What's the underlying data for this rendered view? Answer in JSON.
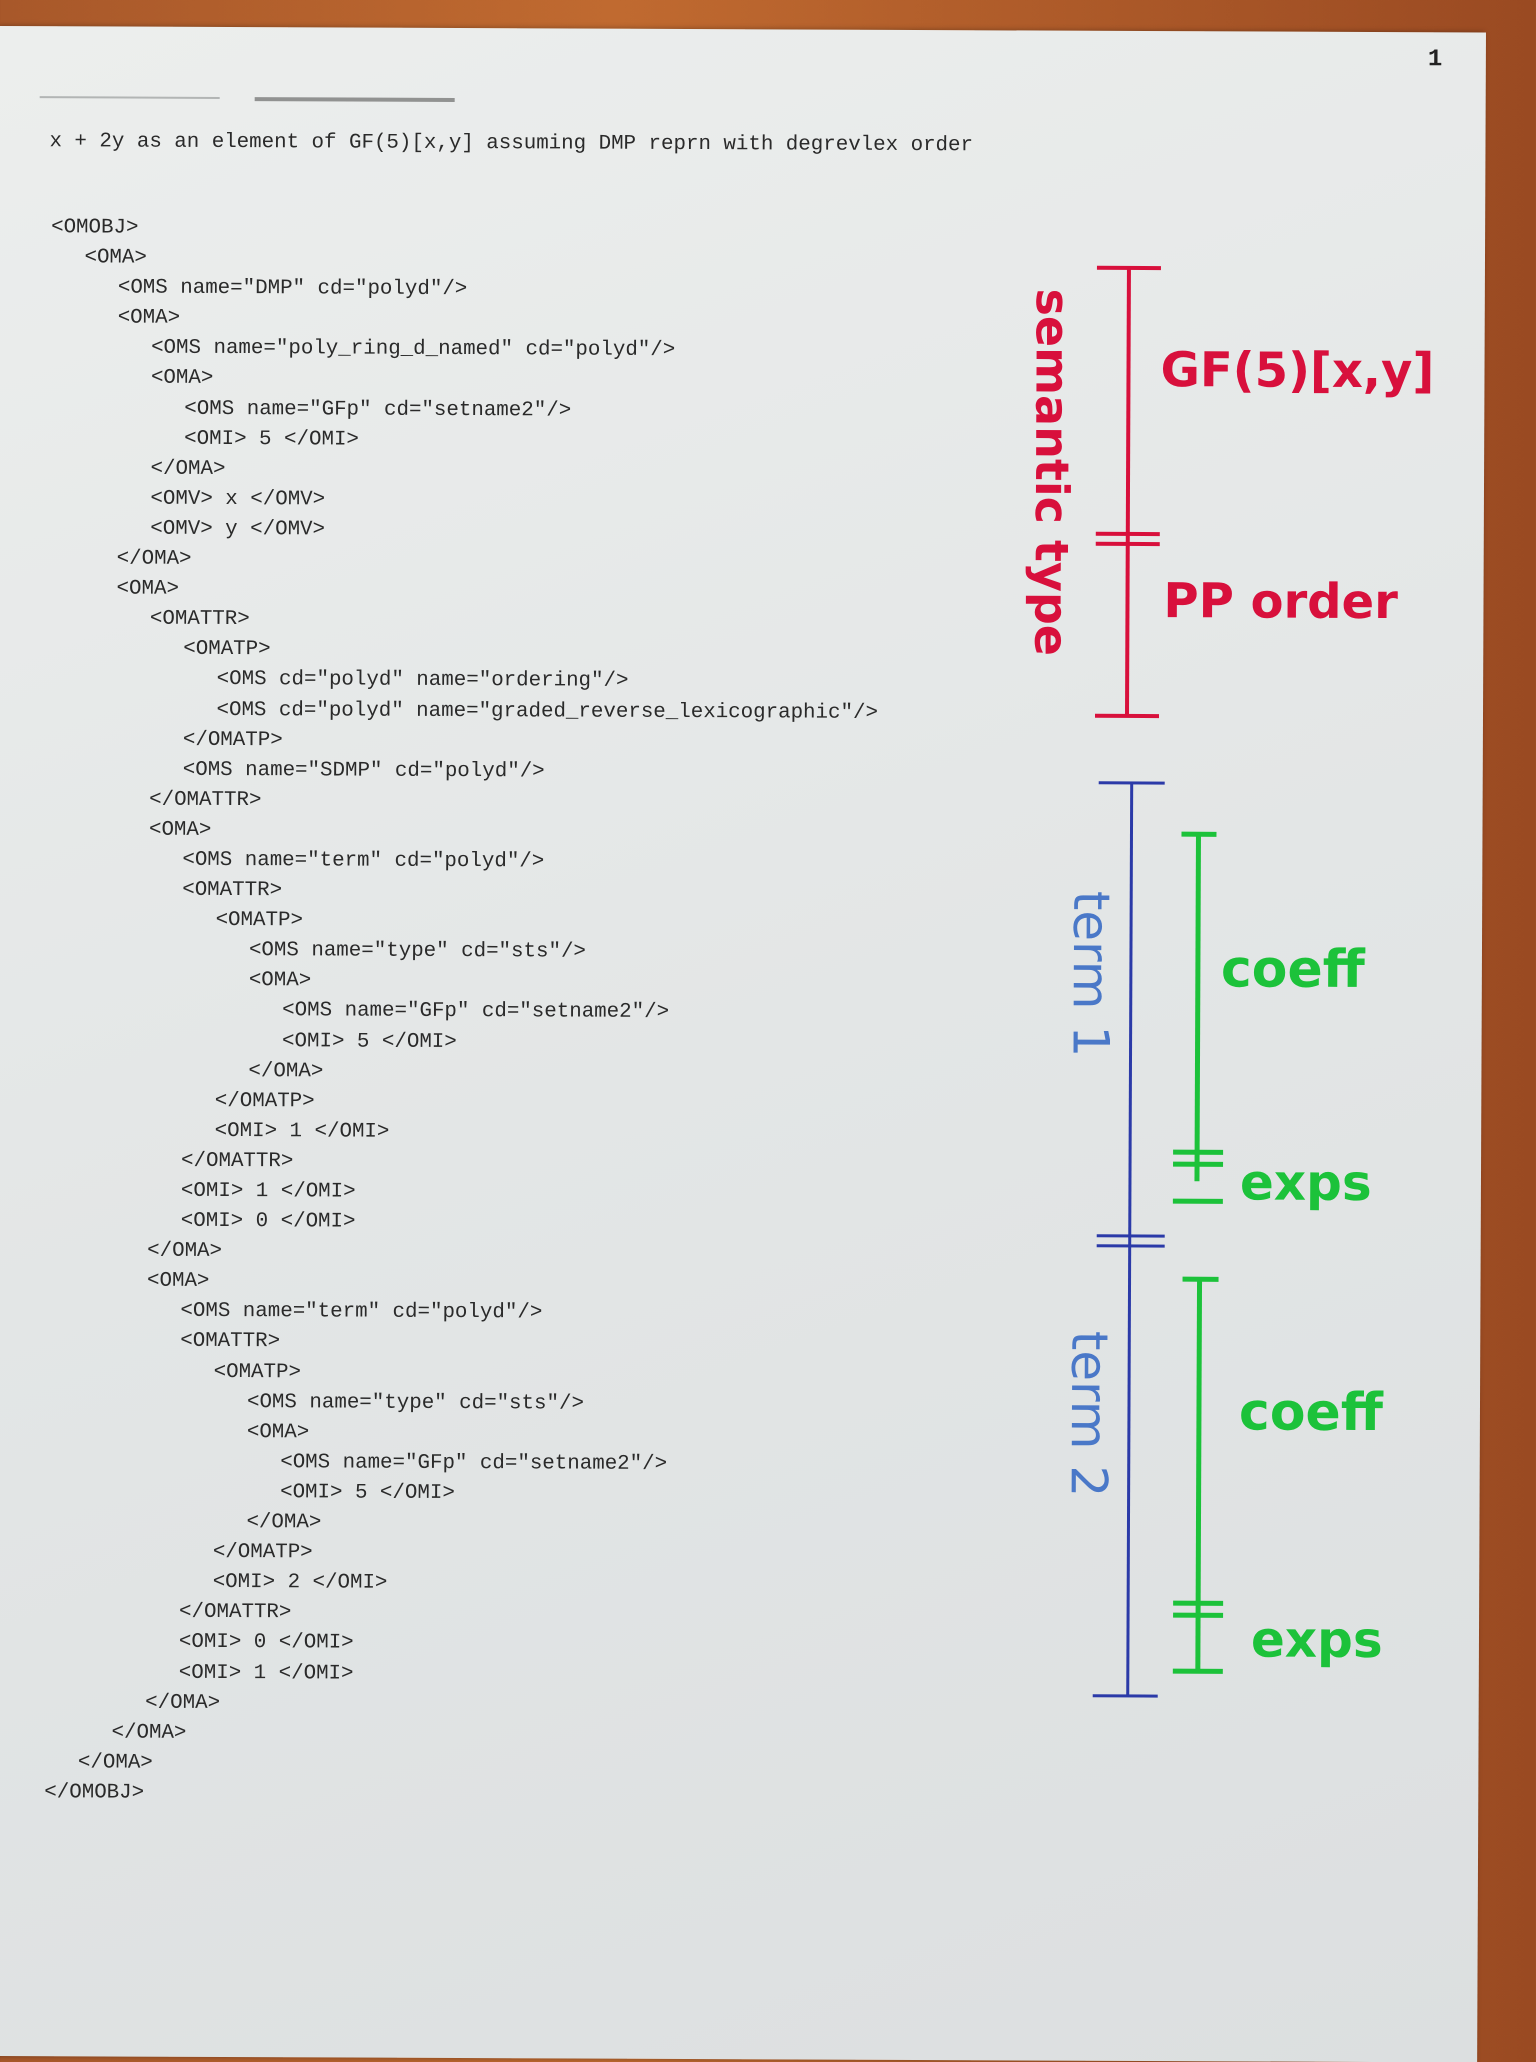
{
  "page_number": "1",
  "heading": "x + 2y as an element of GF(5)[x,y] assuming DMP reprn with degrevlex order",
  "code_lines": [
    {
      "indent": 0,
      "text": "<OMOBJ>"
    },
    {
      "indent": 1,
      "text": "<OMA>"
    },
    {
      "indent": 2,
      "text": "<OMS name=\"DMP\" cd=\"polyd\"/>"
    },
    {
      "indent": 2,
      "text": "<OMA>"
    },
    {
      "indent": 3,
      "text": "<OMS name=\"poly_ring_d_named\" cd=\"polyd\"/>"
    },
    {
      "indent": 3,
      "text": "<OMA>"
    },
    {
      "indent": 4,
      "text": "<OMS name=\"GFp\" cd=\"setname2\"/>"
    },
    {
      "indent": 4,
      "text": "<OMI> 5 </OMI>"
    },
    {
      "indent": 3,
      "text": "</OMA>"
    },
    {
      "indent": 3,
      "text": "<OMV> x </OMV>"
    },
    {
      "indent": 3,
      "text": "<OMV> y </OMV>"
    },
    {
      "indent": 2,
      "text": "</OMA>"
    },
    {
      "indent": 2,
      "text": "<OMA>"
    },
    {
      "indent": 3,
      "text": "<OMATTR>"
    },
    {
      "indent": 4,
      "text": "<OMATP>"
    },
    {
      "indent": 5,
      "text": "<OMS cd=\"polyd\" name=\"ordering\"/>"
    },
    {
      "indent": 5,
      "text": "<OMS cd=\"polyd\" name=\"graded_reverse_lexicographic\"/>"
    },
    {
      "indent": 4,
      "text": "</OMATP>"
    },
    {
      "indent": 4,
      "text": "<OMS name=\"SDMP\" cd=\"polyd\"/>"
    },
    {
      "indent": 3,
      "text": "</OMATTR>"
    },
    {
      "indent": 3,
      "text": "<OMA>"
    },
    {
      "indent": 4,
      "text": "<OMS name=\"term\" cd=\"polyd\"/>"
    },
    {
      "indent": 4,
      "text": "<OMATTR>"
    },
    {
      "indent": 5,
      "text": "<OMATP>"
    },
    {
      "indent": 6,
      "text": "<OMS name=\"type\" cd=\"sts\"/>"
    },
    {
      "indent": 6,
      "text": "<OMA>"
    },
    {
      "indent": 7,
      "text": "<OMS name=\"GFp\" cd=\"setname2\"/>"
    },
    {
      "indent": 7,
      "text": "<OMI> 5 </OMI>"
    },
    {
      "indent": 6,
      "text": "</OMA>"
    },
    {
      "indent": 5,
      "text": "</OMATP>"
    },
    {
      "indent": 5,
      "text": "<OMI> 1 </OMI>"
    },
    {
      "indent": 4,
      "text": "</OMATTR>"
    },
    {
      "indent": 4,
      "text": "<OMI> 1 </OMI>"
    },
    {
      "indent": 4,
      "text": "<OMI> 0 </OMI>"
    },
    {
      "indent": 3,
      "text": "</OMA>"
    },
    {
      "indent": 3,
      "text": "<OMA>"
    },
    {
      "indent": 4,
      "text": "<OMS name=\"term\" cd=\"polyd\"/>"
    },
    {
      "indent": 4,
      "text": "<OMATTR>"
    },
    {
      "indent": 5,
      "text": "<OMATP>"
    },
    {
      "indent": 6,
      "text": "<OMS name=\"type\" cd=\"sts\"/>"
    },
    {
      "indent": 6,
      "text": "<OMA>"
    },
    {
      "indent": 7,
      "text": "<OMS name=\"GFp\" cd=\"setname2\"/>"
    },
    {
      "indent": 7,
      "text": "<OMI> 5 </OMI>"
    },
    {
      "indent": 6,
      "text": "</OMA>"
    },
    {
      "indent": 5,
      "text": "</OMATP>"
    },
    {
      "indent": 5,
      "text": "<OMI> 2 </OMI>"
    },
    {
      "indent": 4,
      "text": "</OMATTR>"
    },
    {
      "indent": 4,
      "text": "<OMI> 0 </OMI>"
    },
    {
      "indent": 4,
      "text": "<OMI> 1 </OMI>"
    },
    {
      "indent": 3,
      "text": "</OMA>"
    },
    {
      "indent": 2,
      "text": "</OMA>"
    },
    {
      "indent": 1,
      "text": "</OMA>"
    },
    {
      "indent": 0,
      "text": "</OMOBJ>"
    }
  ],
  "annotations": {
    "semantic_type": "semantic type",
    "ring": "GF(5)[x,y]",
    "pp_order": "PP order",
    "term1": "term 1",
    "term2": "term 2",
    "coeff1": "coeff",
    "exps1": "exps",
    "coeff2": "coeff",
    "exps2": "exps"
  },
  "colors": {
    "red": "#d8103c",
    "blue": "#2b3aa8",
    "blue_text": "#4a78c8",
    "green": "#1cc23a"
  }
}
